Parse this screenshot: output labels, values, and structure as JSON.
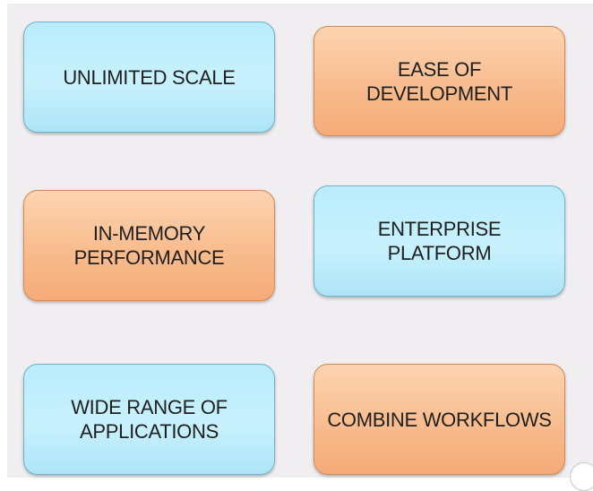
{
  "cards": [
    {
      "label": "UNLIMITED SCALE",
      "color": "#c8f1fd"
    },
    {
      "label": "EASE OF\nDEVELOPMENT",
      "color": "#f8bc8e"
    },
    {
      "label": "IN-MEMORY\nPERFORMANCE",
      "color": "#f8bc8e"
    },
    {
      "label": "ENTERPRISE\nPLATFORM",
      "color": "#c8f1fd"
    },
    {
      "label": "WIDE RANGE OF\nAPPLICATIONS",
      "color": "#c8f1fd"
    },
    {
      "label": "COMBINE WORKFLOWS",
      "color": "#f8bc8e"
    }
  ]
}
